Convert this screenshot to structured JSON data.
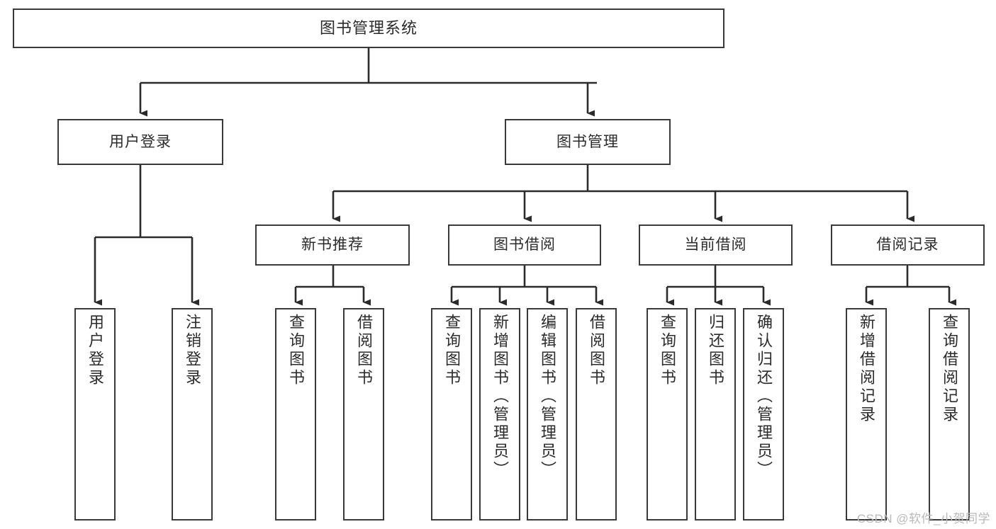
{
  "diagram": {
    "title": "图书管理系统",
    "type": "tree-hierarchy",
    "watermark": "CSDN @软件_小贺同学",
    "colors": {
      "box_border": "#3a3a3a",
      "box_fill": "#ffffff",
      "connector": "#2b2b2b",
      "text": "#2b2b2b",
      "watermark": "#b9b9b9",
      "background": "#ffffff"
    },
    "levels": {
      "root": {
        "label": "图书管理系统"
      },
      "level2": [
        {
          "label": "用户登录"
        },
        {
          "label": "图书管理"
        }
      ],
      "level3": [
        {
          "label": "新书推荐"
        },
        {
          "label": "图书借阅"
        },
        {
          "label": "当前借阅"
        },
        {
          "label": "借阅记录"
        }
      ],
      "leaves": {
        "user_login": [
          {
            "label": "用户登录"
          },
          {
            "label": "注销登录"
          }
        ],
        "new_book_recommend": [
          {
            "label": "查询图书"
          },
          {
            "label": "借阅图书"
          }
        ],
        "book_borrow": [
          {
            "label": "查询图书"
          },
          {
            "label": "新增图书（管理员）"
          },
          {
            "label": "编辑图书（管理员）"
          },
          {
            "label": "借阅图书"
          }
        ],
        "current_borrow": [
          {
            "label": "查询图书"
          },
          {
            "label": "归还图书"
          },
          {
            "label": "确认归还（管理员）"
          }
        ],
        "borrow_record": [
          {
            "label": "新增借阅记录"
          },
          {
            "label": "查询借阅记录"
          }
        ]
      }
    }
  }
}
